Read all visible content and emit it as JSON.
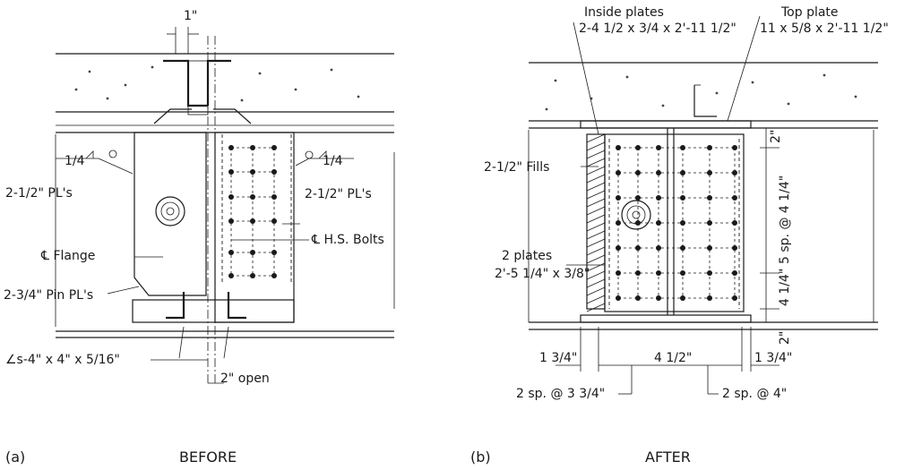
{
  "panel_a": {
    "label": "(a)",
    "caption": "BEFORE",
    "annotations": {
      "dim_top": "1\"",
      "weld_left": "1/4",
      "weld_right": "1/4",
      "plates_left": "2-1/2\" PL's",
      "plates_right": "2-1/2\" PL's",
      "flange": "℄ Flange",
      "hs_bolts": "℄ H.S. Bolts",
      "pin_plates": "2-3/4\" Pin PL's",
      "angles": "∠s-4\" x 4\" x 5/16\"",
      "open": "2\" open"
    }
  },
  "panel_b": {
    "label": "(b)",
    "caption": "AFTER",
    "annotations": {
      "inside_plates_title": "Inside plates",
      "inside_plates_size": "2-4 1/2 x 3/4 x 2'-11 1/2\"",
      "top_plate_title": "Top plate",
      "top_plate_size": "11 x 5/8 x 2'-11 1/2\"",
      "fills": "2-1/2\" Fills",
      "plates_title": "2 plates",
      "plates_size": "2'-5 1/4\" x 3/8\"",
      "vertical_spacing": "5 sp. @ 4 1/4\"",
      "edge_right": "4 1/4\"",
      "dim_2_top": "2\"",
      "dim_2_bottom": "2\"",
      "dim_left": "1 3/4\"",
      "dim_center": "4 1/2\"",
      "dim_right": "1 3/4\"",
      "spacing_left": "2 sp. @ 3 3/4\"",
      "spacing_right": "2 sp. @ 4\""
    }
  }
}
